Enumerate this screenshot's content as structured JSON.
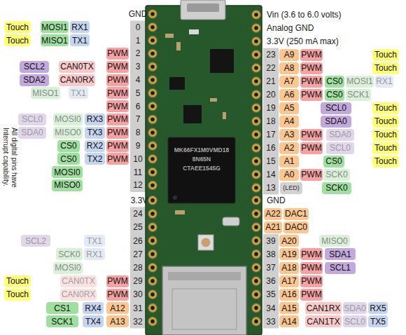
{
  "diagram": {
    "nodes": [
      {
        "text": [
          "Touch"
        ]
      },
      {
        "text": [
          "MOSI1"
        ]
      },
      {
        "text": [
          "RX1"
        ]
      },
      {
        "text": [
          "Touch"
        ]
      },
      {
        "text": [
          "MISO1"
        ]
      },
      {
        "text": [
          "TX1"
        ]
      },
      {
        "text": [
          "PWM"
        ]
      },
      {
        "text": [
          "SCL2"
        ]
      },
      {
        "text": [
          "CAN0TX"
        ]
      },
      {
        "text": [
          "PWM"
        ]
      },
      {
        "text": [
          "SDA2"
        ]
      },
      {
        "text": [
          "CAN0RX"
        ]
      },
      {
        "text": [
          "PWM"
        ]
      },
      {
        "text": [
          "MISO1"
        ]
      },
      {
        "text": [
          "TX1"
        ]
      },
      {
        "text": [
          "PWM"
        ]
      },
      {
        "text": [
          "PWM"
        ]
      },
      {
        "text": [
          "SCL0"
        ]
      },
      {
        "text": [
          "MOSI0"
        ]
      },
      {
        "text": [
          "RX3"
        ]
      },
      {
        "text": [
          "PWM"
        ]
      },
      {
        "text": [
          "SDA0"
        ]
      },
      {
        "text": [
          "MISO0"
        ]
      },
      {
        "text": [
          "TX3"
        ]
      },
      {
        "text": [
          "PWM"
        ]
      },
      {
        "text": [
          "CS0"
        ]
      },
      {
        "text": [
          "RX2"
        ]
      },
      {
        "text": [
          "PWM"
        ]
      },
      {
        "text": [
          "CS0"
        ]
      },
      {
        "text": [
          "TX2"
        ]
      },
      {
        "text": [
          "PWM"
        ]
      },
      {
        "text": [
          "MOSI0"
        ]
      },
      {
        "text": [
          "MISO0"
        ]
      },
      {
        "text": [
          "SCL2"
        ]
      },
      {
        "text": [
          "TX1"
        ]
      },
      {
        "text": [
          "SCK0"
        ]
      },
      {
        "text": [
          "RX1"
        ]
      },
      {
        "text": [
          "MOSI0"
        ]
      },
      {
        "text": [
          "Touch"
        ]
      },
      {
        "text": [
          "CAN0TX"
        ]
      },
      {
        "text": [
          "PWM"
        ]
      },
      {
        "text": [
          "Touch"
        ]
      },
      {
        "text": [
          "CAN0RX"
        ]
      },
      {
        "text": [
          "PWM"
        ]
      },
      {
        "text": [
          "CS1"
        ]
      },
      {
        "text": [
          "RX4"
        ]
      },
      {
        "text": [
          "A12"
        ]
      },
      {
        "text": [
          "SCK1"
        ]
      },
      {
        "text": [
          "TX4"
        ]
      },
      {
        "text": [
          "A13"
        ]
      },
      {
        "text": [
          "A9"
        ]
      },
      {
        "text": [
          "PWM"
        ]
      },
      {
        "text": [
          "Touch"
        ]
      },
      {
        "text": [
          "A8"
        ]
      },
      {
        "text": [
          "PWM"
        ]
      },
      {
        "text": [
          "Touch"
        ]
      },
      {
        "text": [
          "A7"
        ]
      },
      {
        "text": [
          "PWM"
        ]
      },
      {
        "text": [
          "CS0"
        ]
      },
      {
        "text": [
          "MOSI1"
        ]
      },
      {
        "text": [
          "RX1"
        ]
      },
      {
        "text": [
          "A6"
        ]
      },
      {
        "text": [
          "PWM"
        ]
      },
      {
        "text": [
          "CS0"
        ]
      },
      {
        "text": [
          "SCK1"
        ]
      },
      {
        "text": [
          "A5"
        ]
      },
      {
        "text": [
          "SCL0"
        ]
      },
      {
        "text": [
          "Touch"
        ]
      },
      {
        "text": [
          "A4"
        ]
      },
      {
        "text": [
          "SDA0"
        ]
      },
      {
        "text": [
          "Touch"
        ]
      },
      {
        "text": [
          "A3"
        ]
      },
      {
        "text": [
          "PWM"
        ]
      },
      {
        "text": [
          "SDA0"
        ]
      },
      {
        "text": [
          "Touch"
        ]
      },
      {
        "text": [
          "A2"
        ]
      },
      {
        "text": [
          "PWM"
        ]
      },
      {
        "text": [
          "SCL0"
        ]
      },
      {
        "text": [
          "Touch"
        ]
      },
      {
        "text": [
          "A1"
        ]
      },
      {
        "text": [
          "CS0"
        ]
      },
      {
        "text": [
          "Touch"
        ]
      },
      {
        "text": [
          "A0"
        ]
      },
      {
        "text": [
          "PWM"
        ]
      },
      {
        "text": [
          "SCK0"
        ]
      },
      {
        "text": [
          "(LED)"
        ]
      },
      {
        "text": [
          "SCK0"
        ]
      },
      {
        "text": [
          "A22"
        ]
      },
      {
        "text": [
          "DAC1"
        ]
      },
      {
        "text": [
          "A21"
        ]
      },
      {
        "text": [
          "DAC0"
        ]
      },
      {
        "text": [
          "A20"
        ]
      },
      {
        "text": [
          "MISO0"
        ]
      },
      {
        "text": [
          "A19"
        ]
      },
      {
        "text": [
          "PWM"
        ]
      },
      {
        "text": [
          "SDA1"
        ]
      },
      {
        "text": [
          "A18"
        ]
      },
      {
        "text": [
          "PWM"
        ]
      },
      {
        "text": [
          "SCL1"
        ]
      },
      {
        "text": [
          "A17"
        ]
      },
      {
        "text": [
          "PWM"
        ]
      },
      {
        "text": [
          "A16"
        ]
      },
      {
        "text": [
          "PWM"
        ]
      },
      {
        "text": [
          "A15"
        ]
      },
      {
        "text": [
          "CAN1RX"
        ]
      },
      {
        "text": [
          "SDA0"
        ]
      },
      {
        "text": [
          "RX5"
        ]
      },
      {
        "text": [
          "A14"
        ]
      },
      {
        "text": [
          "CAN1TX"
        ]
      },
      {
        "text": [
          "SCL0"
        ]
      },
      {
        "text": [
          "TX5"
        ]
      }
    ],
    "labels": [
      "GND",
      "0",
      "1",
      "2",
      "3",
      "4",
      "5",
      "6",
      "7",
      "8",
      "9",
      "10",
      "11",
      "12",
      "3.3V",
      "24",
      "25",
      "26",
      "27",
      "28",
      "29",
      "30",
      "31",
      "32",
      "Vin (3.6 to 6.0 volts)",
      "Analog GND",
      "3.3V (250 mA max)",
      "23",
      "22",
      "21",
      "20",
      "19",
      "18",
      "17",
      "16",
      "15",
      "14",
      "13",
      "GND",
      "39",
      "38",
      "37",
      "36",
      "35",
      "34",
      "33",
      "MK66FX1M0VMD18",
      "8N65N",
      "CTAEE1545G",
      "All digital pins have Interrupt capability."
    ]
  }
}
